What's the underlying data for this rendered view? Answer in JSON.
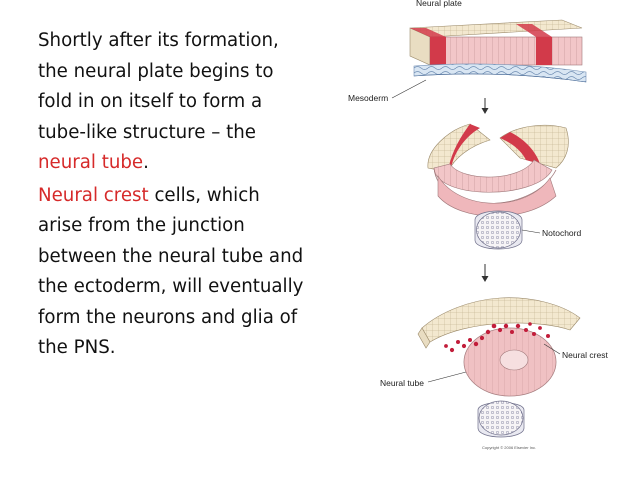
{
  "paragraph1": {
    "before": "Shortly after its formation, the neural plate begins to fold in on itself to form a tube-like structure – the ",
    "highlight": "neural tube",
    "after": "."
  },
  "paragraph2": {
    "highlight": "Neural crest",
    "after": " cells, which arise from the junction between the neural tube and the ectoderm, will eventually form the neurons and glia of the PNS."
  },
  "figure": {
    "label_neural_plate": "Neural plate",
    "label_mesoderm": "Mesoderm",
    "label_notochord": "Notochord",
    "label_neural_crest": "Neural crest",
    "label_neural_tube": "Neural tube",
    "copyright": "Copyright © 2006 Elsevier Inc."
  },
  "colors": {
    "highlight": "#d62a2a",
    "tissue_pink": "#f2c6c8",
    "tissue_red": "#d23a4a",
    "ectoderm": "#f3e8cf",
    "mesoderm_blue": "#bcd3ea"
  }
}
